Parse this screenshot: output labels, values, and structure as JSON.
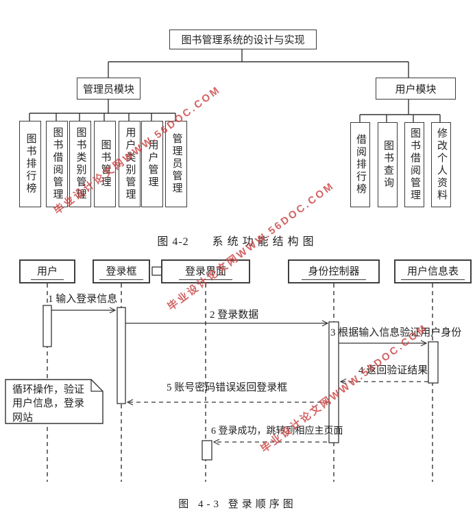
{
  "page": {
    "background": "#ffffff"
  },
  "watermark": {
    "text": "毕业设计论文网WWW.56DOC.COM",
    "color": "#cc4848"
  },
  "structure_chart": {
    "title": "图书管理系统的设计与实现",
    "admin_module": {
      "label": "管理员模块",
      "children": [
        "图书排行榜",
        "图书借阅管理",
        "图书类别管理",
        "图书管理",
        "用户类别管理",
        "用户管理",
        "管理员管理"
      ]
    },
    "user_module": {
      "label": "用户模块",
      "children": [
        "借阅排行榜",
        "图书查询",
        "图书借阅管理",
        "修改个人资料"
      ]
    },
    "caption_number": "图 4-2",
    "caption_text": "系统功能结构图"
  },
  "sequence_chart": {
    "lifelines": [
      "用户",
      "登录框",
      "登录界面",
      "身份控制器",
      "用户信息表"
    ],
    "messages": [
      "1 输入登录信息",
      "2 登录数据",
      "3 根据输入信息验证用户身份",
      "4 返回验证结果",
      "5 账号密码错误返回登录框",
      "6 登录成功，跳转到相应主页面"
    ],
    "note": "循环操作，验证用户信息，登录网站",
    "caption": "图 4-3 登录顺序图"
  }
}
